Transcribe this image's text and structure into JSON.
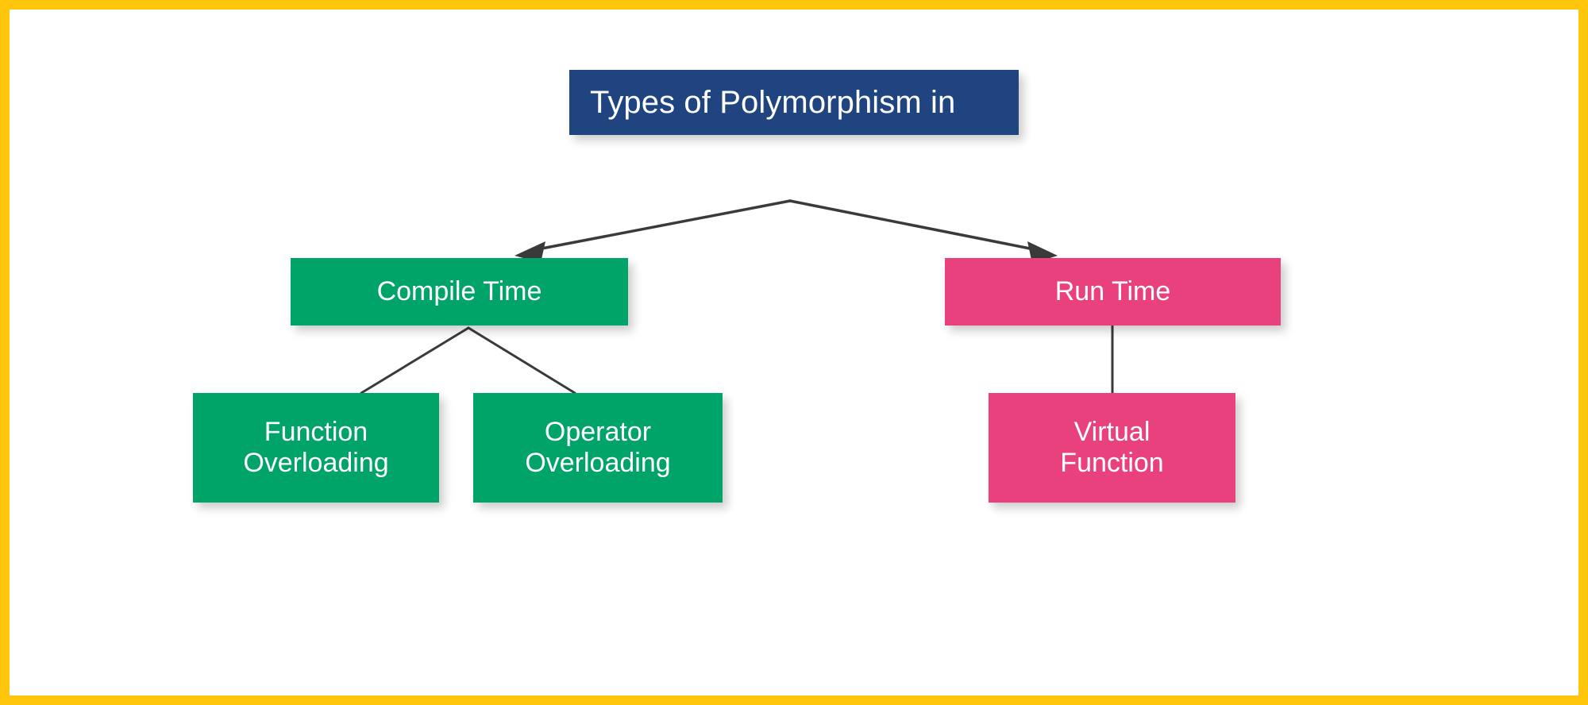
{
  "page": {
    "frame_color": "#FFC60B",
    "background_color": "#FFFFFF",
    "connector_color": "#3A3A3A"
  },
  "diagram": {
    "title": "Types of Polymorphism in",
    "nodes": [
      {
        "id": "root",
        "label": "Types of Polymorphism in",
        "color": "#1F4480",
        "level": "root"
      },
      {
        "id": "compile-time",
        "label": "Compile Time",
        "color": "#00A368",
        "level": "branch"
      },
      {
        "id": "run-time",
        "label": "Run Time",
        "color": "#E8417D",
        "level": "branch"
      },
      {
        "id": "function-overloading",
        "label": "Function\nOverloading",
        "color": "#00A368",
        "level": "leaf"
      },
      {
        "id": "operator-overloading",
        "label": "Operator\nOverloading",
        "color": "#00A368",
        "level": "leaf"
      },
      {
        "id": "virtual-function",
        "label": "Virtual\nFunction",
        "color": "#E8417D",
        "level": "leaf"
      }
    ],
    "edges": [
      {
        "from": "root",
        "to": "compile-time",
        "arrow": true
      },
      {
        "from": "root",
        "to": "run-time",
        "arrow": true
      },
      {
        "from": "compile-time",
        "to": "function-overloading",
        "arrow": false
      },
      {
        "from": "compile-time",
        "to": "operator-overloading",
        "arrow": false
      },
      {
        "from": "run-time",
        "to": "virtual-function",
        "arrow": false
      }
    ]
  }
}
